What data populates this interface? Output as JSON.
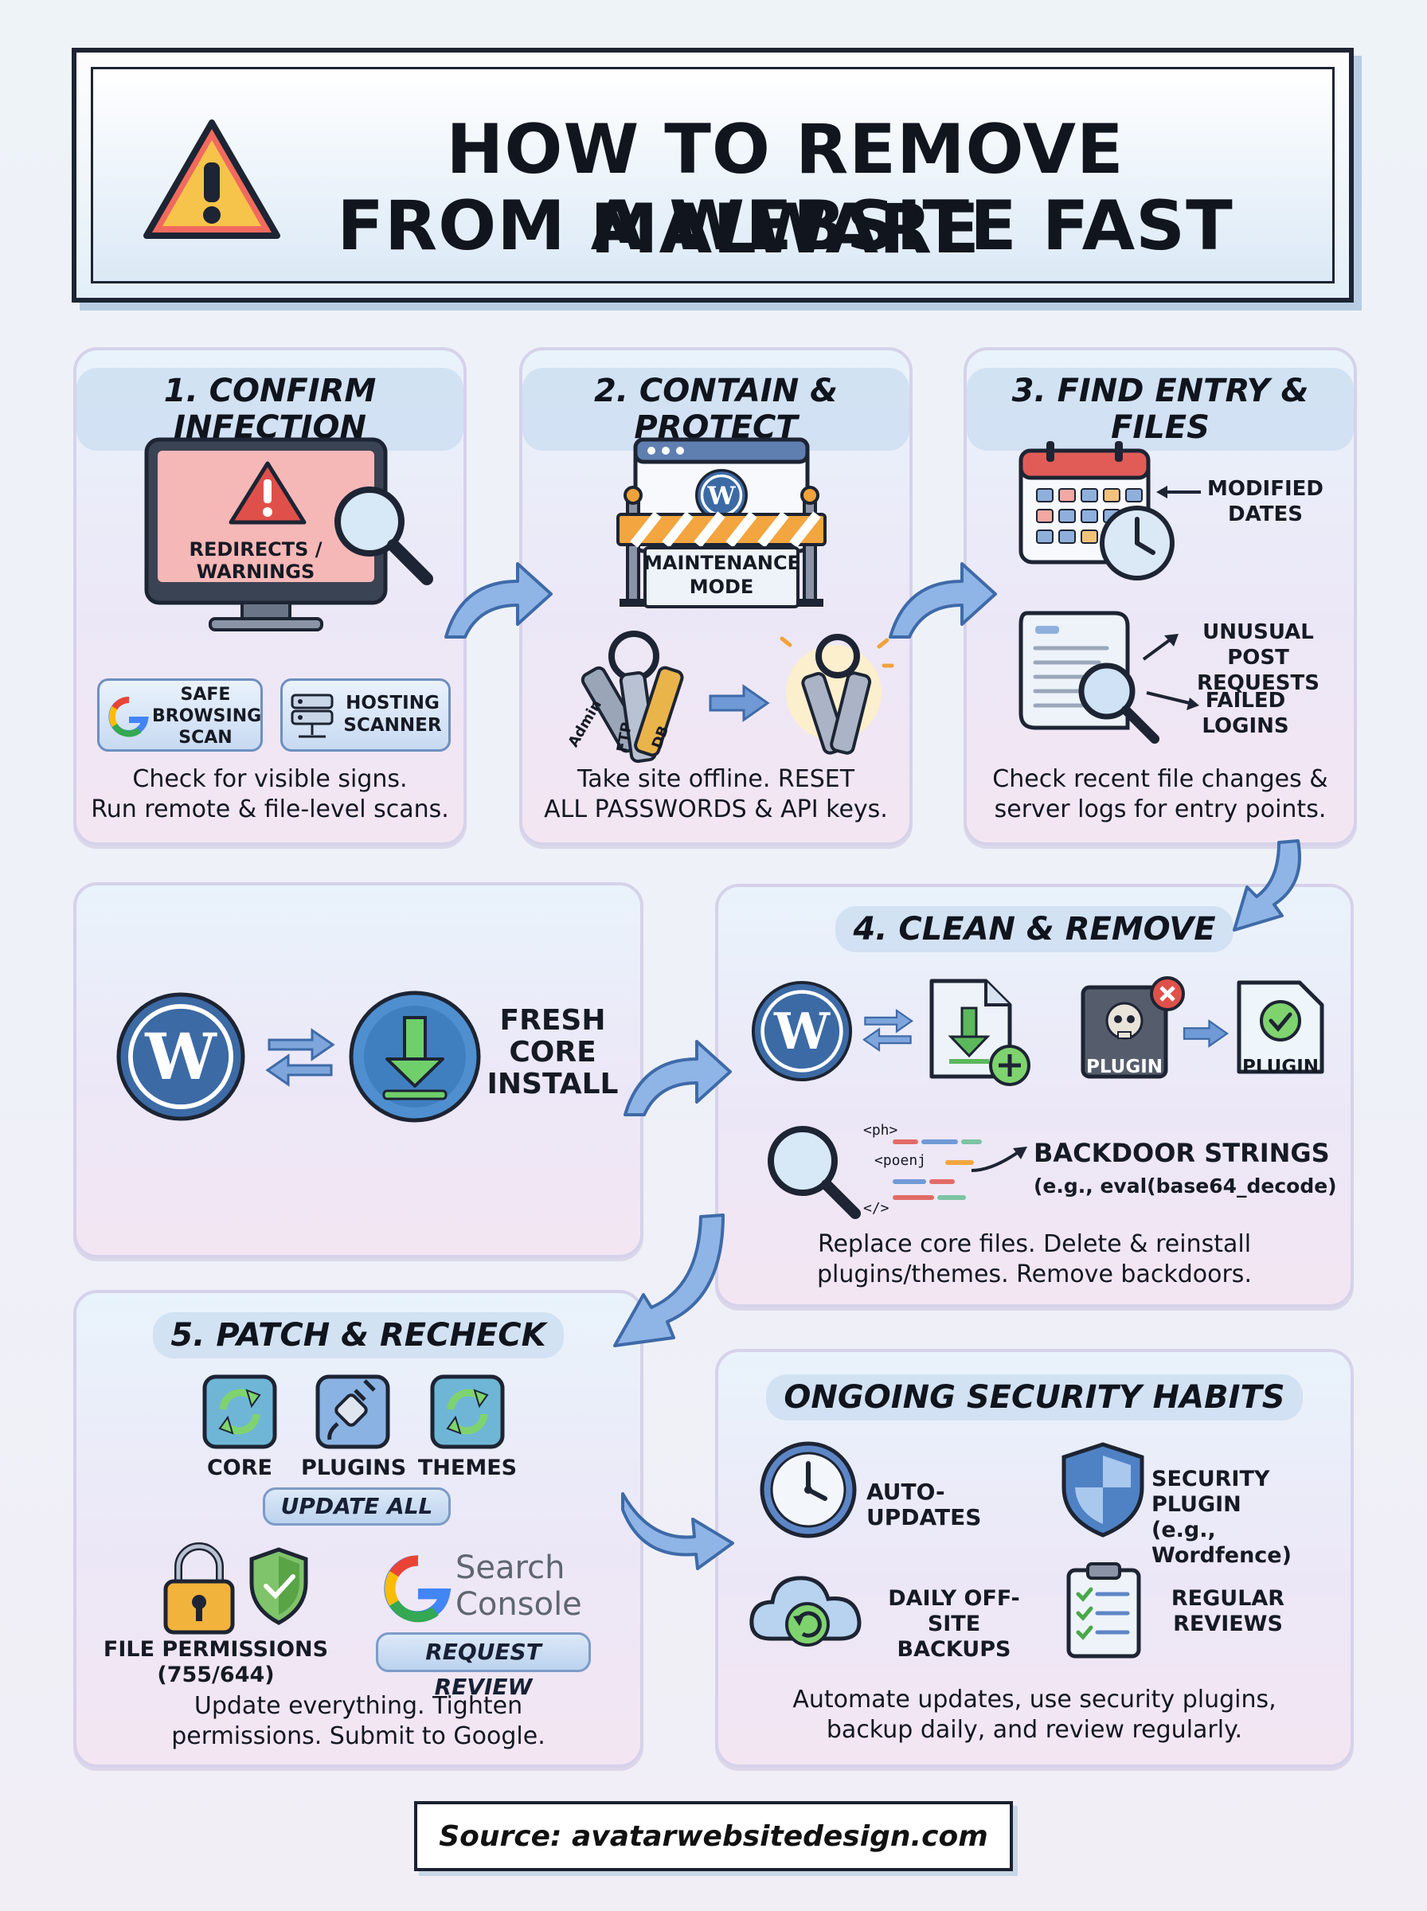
{
  "title": {
    "line1": "HOW TO REMOVE MALWARE",
    "line2": "FROM A WEBSITE FAST",
    "icon": "warning-icon"
  },
  "steps": {
    "confirm": {
      "title": "1. CONFIRM INFECTION",
      "screen_label_line1": "REDIRECTS /",
      "screen_label_line2": "WARNINGS",
      "safe_browsing_line1": "SAFE",
      "safe_browsing_line2": "BROWSING",
      "safe_browsing_line3": "SCAN",
      "hosting_line1": "HOSTING",
      "hosting_line2": "SCANNER",
      "caption_line1": "Check for visible signs.",
      "caption_line2": "Run remote & file-level scans."
    },
    "contain": {
      "title": "2. CONTAIN & PROTECT",
      "maintenance_line1": "MAINTENANCE",
      "maintenance_line2": "MODE",
      "key_labels": [
        "Admin",
        "FTP",
        "DB"
      ],
      "caption_line1": "Take site offline. RESET",
      "caption_line2": "ALL PASSWORDS & API keys."
    },
    "find": {
      "title": "3. FIND ENTRY & FILES",
      "modified_line1": "MODIFIED",
      "modified_line2": "DATES",
      "unusual_line1": "UNUSUAL POST",
      "unusual_line2": "REQUESTS",
      "failed_line1": "FAILED",
      "failed_line2": "LOGINS",
      "caption_line1": "Check recent file changes &",
      "caption_line2": "server logs for entry points."
    },
    "fresh": {
      "label_line1": "FRESH",
      "label_line2": "CORE",
      "label_line3": "INSTALL"
    },
    "clean": {
      "title": "4. CLEAN & REMOVE",
      "plugin_bad": "PLUGIN",
      "plugin_good": "PLUGIN",
      "code_tag1": "<ph>",
      "code_tag2": "<poenj",
      "code_tag3": "</>",
      "backdoor_title": "BACKDOOR STRINGS",
      "backdoor_example": "(e.g., eval(base64_decode)",
      "caption_line1": "Replace core files. Delete & reinstall",
      "caption_line2": "plugins/themes. Remove backdoors."
    },
    "patch": {
      "title": "5. PATCH & RECHECK",
      "core": "CORE",
      "plugins": "PLUGINS",
      "themes": "THEMES",
      "update_all": "UPDATE ALL",
      "permissions_line1": "FILE PERMISSIONS",
      "permissions_line2": "(755/644)",
      "search_console_line1": "Search",
      "search_console_line2": "Console",
      "request_review": "REQUEST REVIEW",
      "caption_line1": "Update everything. Tighten",
      "caption_line2": "permissions. Submit to Google."
    },
    "habits": {
      "title": "ONGOING SECURITY HABITS",
      "auto_updates": "AUTO-UPDATES",
      "security_plugin_line1": "SECURITY PLUGIN",
      "security_plugin_line2": "(e.g., Wordfence)",
      "backups_line1": "DAILY OFF-SITE",
      "backups_line2": "BACKUPS",
      "reviews_line1": "REGULAR",
      "reviews_line2": "REVIEWS",
      "caption_line1": "Automate updates, use security plugins,",
      "caption_line2": "backup daily, and review regularly."
    }
  },
  "source": "Source: avatarwebsitedesign.com",
  "colors": {
    "ink": "#1b1f2a",
    "accent_blue": "#4f82c4",
    "warning_red": "#e0504a",
    "warning_yellow": "#f6c443",
    "green": "#4aa84a"
  }
}
